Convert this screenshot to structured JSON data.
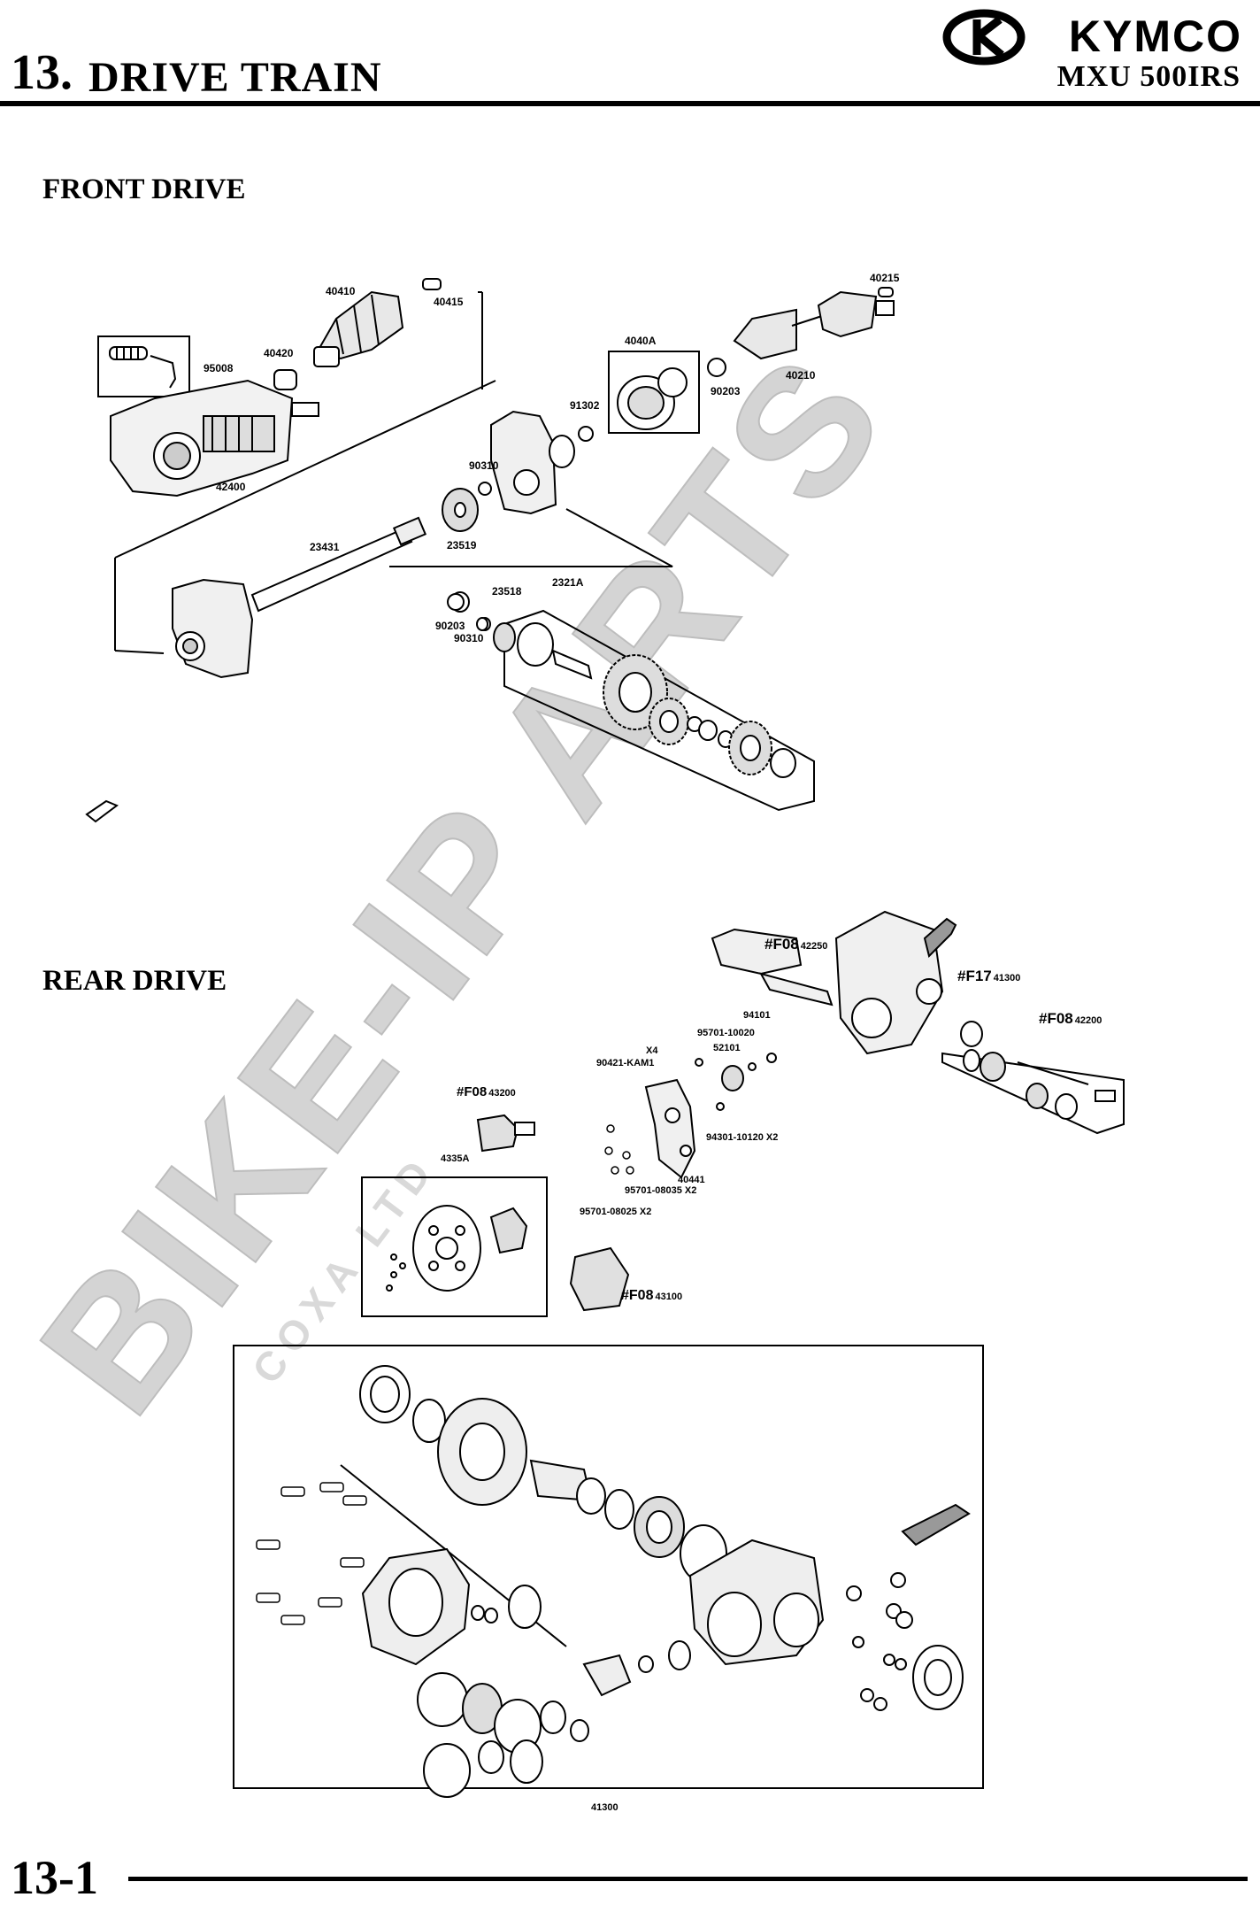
{
  "header": {
    "chapter_number": "13.",
    "chapter_title": "DRIVE TRAIN",
    "brand": "KYMCO",
    "model": "MXU 500IRS"
  },
  "sections": {
    "front_title": "FRONT DRIVE",
    "rear_title": "REAR DRIVE"
  },
  "front_labels": {
    "p40410": "40410",
    "p40415": "40415",
    "p40420": "40420",
    "p95008": "95008",
    "p42400": "42400",
    "p40215": "40215",
    "p4040A": "4040A",
    "p90203a": "90203",
    "p40210": "40210",
    "p91302": "91302",
    "p90310a": "90310",
    "p23519": "23519",
    "p23431": "23431",
    "p23518": "23518",
    "p2321A": "2321A",
    "p90203b": "90203",
    "p90310b": "90310"
  },
  "rear_labels": {
    "f08_42250_main": "#F08",
    "f08_42250_sub": "42250",
    "f17_41300_main": "#F17",
    "f17_41300_sub": "41300",
    "f08_42200_main": "#F08",
    "f08_42200_sub": "42200",
    "p94101": "94101",
    "p95701_10020": "95701-10020",
    "p52101": "52101",
    "x4": "X4",
    "p90421": "90421-KAM1",
    "f08_43200_main": "#F08",
    "f08_43200_sub": "43200",
    "p94301": "94301-10120 X2",
    "p4335A": "4335A",
    "p40441": "40441",
    "p95701_08035": "95701-08035 X2",
    "p95701_08025": "95701-08025 X2",
    "f08_43100_main": "#F08",
    "f08_43100_sub": "43100",
    "p41300": "41300"
  },
  "watermark": {
    "main": "BIKE-IP ARTS",
    "sub": "COXA LTD"
  },
  "footer": {
    "page_number": "13-1"
  }
}
